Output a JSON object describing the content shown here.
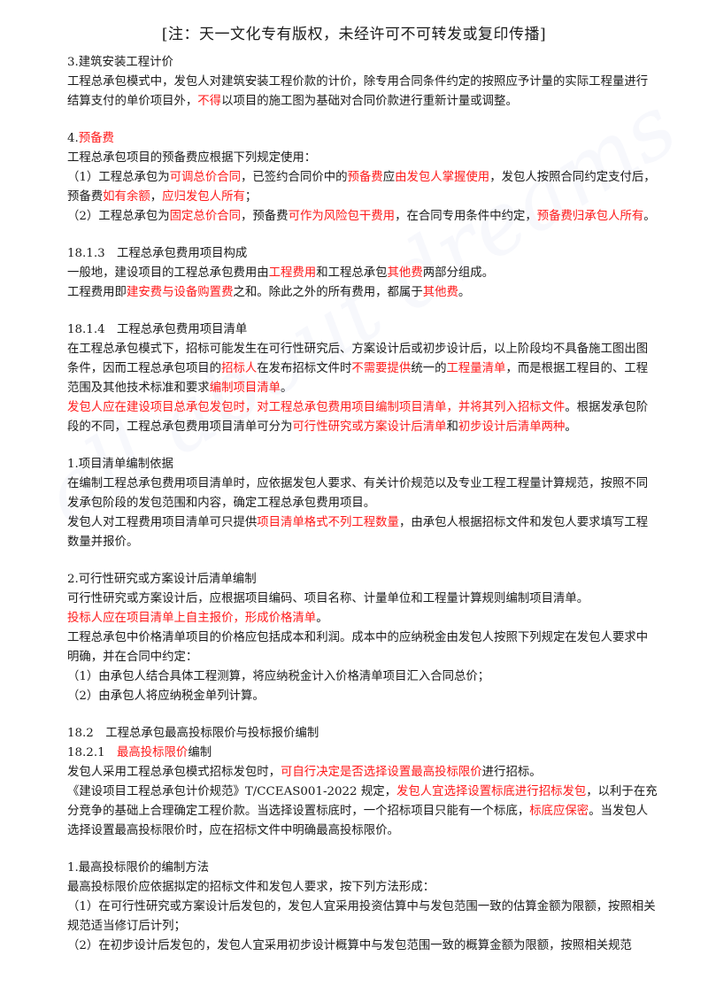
{
  "header": "[注：天一文化专有版权，未经许可不可转发或复印传播]",
  "watermark": "all about dreams",
  "colors": {
    "text": "#1a1a1a",
    "highlight": "#ff1a1a"
  },
  "blocks": [
    [
      [
        {
          "t": "3.建筑安装工程计价"
        }
      ],
      [
        {
          "t": "工程总承包模式中，发包人对建筑安装工程价款的计价，除专用合同条件约定的按照应予计量的实际工程量进行结算支付的单价项目外，"
        },
        {
          "t": "不得",
          "r": 1
        },
        {
          "t": "以项目的施工图为基础对合同价款进行重新计量或调整。"
        }
      ]
    ],
    [
      [
        {
          "t": "4."
        },
        {
          "t": "预备费",
          "r": 1
        }
      ],
      [
        {
          "t": "工程总承包项目的预备费应根据下列规定使用："
        }
      ],
      [
        {
          "t": "（1）工程总承包为"
        },
        {
          "t": "可调总价合同",
          "r": 1
        },
        {
          "t": "，已签约合同价中的"
        },
        {
          "t": "预备费",
          "r": 1
        },
        {
          "t": "应"
        },
        {
          "t": "由发包人掌握使用",
          "r": 1
        },
        {
          "t": "，发包人按照合同约定支付后，预备费"
        },
        {
          "t": "如有余额",
          "r": 1
        },
        {
          "t": "，"
        },
        {
          "t": "应归发包人所有",
          "r": 1
        },
        {
          "t": "；"
        }
      ],
      [
        {
          "t": "（2）工程总承包为"
        },
        {
          "t": "固定总价合同",
          "r": 1
        },
        {
          "t": "，预备费"
        },
        {
          "t": "可作为风险包干费用",
          "r": 1
        },
        {
          "t": "，在合同专用条件中约定，"
        },
        {
          "t": "预备费归承包人所有",
          "r": 1
        },
        {
          "t": "。"
        }
      ]
    ],
    [
      [
        {
          "t": "18.1.3　工程总承包费用项目构成"
        }
      ],
      [
        {
          "t": "一般地，建设项目的工程总承包费用由"
        },
        {
          "t": "工程费用",
          "r": 1
        },
        {
          "t": "和工程总承包"
        },
        {
          "t": "其他费",
          "r": 1
        },
        {
          "t": "两部分组成。"
        }
      ],
      [
        {
          "t": "工程费用即"
        },
        {
          "t": "建安费与设备购置费",
          "r": 1
        },
        {
          "t": "之和。除此之外的所有费用，都属于"
        },
        {
          "t": "其他费",
          "r": 1
        },
        {
          "t": "。"
        }
      ]
    ],
    [
      [
        {
          "t": "18.1.4　工程总承包费用项目清单"
        }
      ],
      [
        {
          "t": "在工程总承包模式下，招标可能发生在可行性研究后、方案设计后或初步设计后，以上阶段均不具备施工图出图条件，因而工程总承包项目的"
        },
        {
          "t": "招标人",
          "r": 1
        },
        {
          "t": "在发布招标文件时"
        },
        {
          "t": "不需要提供",
          "r": 1
        },
        {
          "t": "统一的"
        },
        {
          "t": "工程量清单",
          "r": 1
        },
        {
          "t": "，而是根据工程目的、工程范围及其他技术标准和要求"
        },
        {
          "t": "编制项目清单",
          "r": 1
        },
        {
          "t": "。"
        }
      ],
      [
        {
          "t": "发包人应在建设项目总承包发包时，对工程总承包费用项目编制项目清单，并将其列入招标文件",
          "r": 1
        },
        {
          "t": "。根据发承包阶段的不同，工程总承包费用项目清单可分为"
        },
        {
          "t": "可行性研究或方案设计后清单",
          "r": 1
        },
        {
          "t": "和"
        },
        {
          "t": "初步设计后清单两种",
          "r": 1
        },
        {
          "t": "。"
        }
      ]
    ],
    [
      [
        {
          "t": "1.项目清单编制依据"
        }
      ],
      [
        {
          "t": "在编制工程总承包费用项目清单时，应依据发包人要求、有关计价规范以及专业工程工程量计算规范，按照不同发承包阶段的发包范围和内容，确定工程总承包费用项目。"
        }
      ],
      [
        {
          "t": "发包人对工程费用项目清单可只提供"
        },
        {
          "t": "项目清单格式不列工程数量",
          "r": 1
        },
        {
          "t": "，由承包人根据招标文件和发包人要求填写工程数量并报价。"
        }
      ]
    ],
    [
      [
        {
          "t": "2.可行性研究或方案设计后清单编制"
        }
      ],
      [
        {
          "t": "可行性研究或方案设计后，应根据项目编码、项目名称、计量单位和工程量计算规则编制项目清单。"
        }
      ],
      [
        {
          "t": "投标人应在项目清单上自主报价，形成价格清单",
          "r": 1
        },
        {
          "t": "。"
        }
      ],
      [
        {
          "t": "工程总承包中价格清单项目的价格应包括成本和利润。成本中的应纳税金由发包人按照下列规定在发包人要求中明确，并在合同中约定："
        }
      ],
      [
        {
          "t": "（1）由承包人结合具体工程测算，将应纳税金计入价格清单项目汇入合同总价；"
        }
      ],
      [
        {
          "t": "（2）由承包人将应纳税金单列计算。"
        }
      ]
    ],
    [
      [
        {
          "t": "18.2　工程总承包最高投标限价与投标报价编制"
        }
      ],
      [
        {
          "t": "18.2.1　"
        },
        {
          "t": "最高投标限价",
          "r": 1
        },
        {
          "t": "编制"
        }
      ],
      [
        {
          "t": "发包人采用工程总承包模式招标发包时，"
        },
        {
          "t": "可自行决定是否选择设置最高投标限价",
          "r": 1
        },
        {
          "t": "进行招标。"
        }
      ],
      [
        {
          "t": "《建设项目工程总承包计价规范》T/CCEAS001-2022 规定，"
        },
        {
          "t": "发包人宜选择设置标底进行招标发包",
          "r": 1
        },
        {
          "t": "，以利于在充分竞争的基础上合理确定工程价款。当选择设置标底时，一个招标项目只能有一个标底，"
        },
        {
          "t": "标底应保密",
          "r": 1
        },
        {
          "t": "。当发包人选择设置最高投标限价时，应在招标文件中明确最高投标限价。"
        }
      ]
    ],
    [
      [
        {
          "t": "1.最高投标限价的编制方法"
        }
      ],
      [
        {
          "t": "最高投标限价应依据拟定的招标文件和发包人要求，按下列方法形成："
        }
      ],
      [
        {
          "t": "（1）在可行性研究或方案设计后发包的，发包人宜采用投资估算中与发包范围一致的估算金额为限额，按照相关规范适当修订后计列；"
        }
      ],
      [
        {
          "t": "（2）在初步设计后发包的，发包人宜采用初步设计概算中与发包范围一致的概算金额为限额，按照相关规范"
        }
      ]
    ]
  ]
}
